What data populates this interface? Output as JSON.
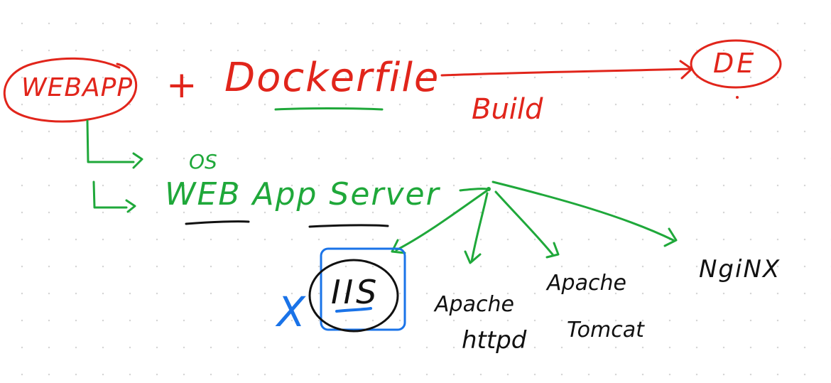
{
  "canvas": {
    "dot_grid": true,
    "colors": {
      "red": "#e1251b",
      "green": "#1fa83a",
      "black": "#111111",
      "blue": "#1a73e8"
    }
  },
  "nodes": {
    "webapp": "WEBAPP",
    "plus": "+",
    "dockerfile": "Dockerfile",
    "image": "DE",
    "build": "Build",
    "os": "OS",
    "webapp_server": "WEB App Server",
    "iis": "IIS",
    "iis_mark": "X",
    "apache_httpd_line1": "Apache",
    "apache_httpd_line2": "httpd",
    "apache_tomcat_line1": "Apache",
    "apache_tomcat_line2": "Tomcat",
    "nginx": "NgiNX"
  },
  "edges": [
    {
      "from": "dockerfile",
      "to": "image",
      "label": "Build",
      "color": "red"
    },
    {
      "from": "webapp",
      "to": "os",
      "color": "green"
    },
    {
      "from": "webapp",
      "to": "webapp_server",
      "color": "green"
    },
    {
      "from": "webapp_server",
      "to": "iis",
      "color": "green"
    },
    {
      "from": "webapp_server",
      "to": "apache_httpd",
      "color": "green"
    },
    {
      "from": "webapp_server",
      "to": "apache_tomcat",
      "color": "green"
    },
    {
      "from": "webapp_server",
      "to": "nginx",
      "color": "green"
    }
  ]
}
